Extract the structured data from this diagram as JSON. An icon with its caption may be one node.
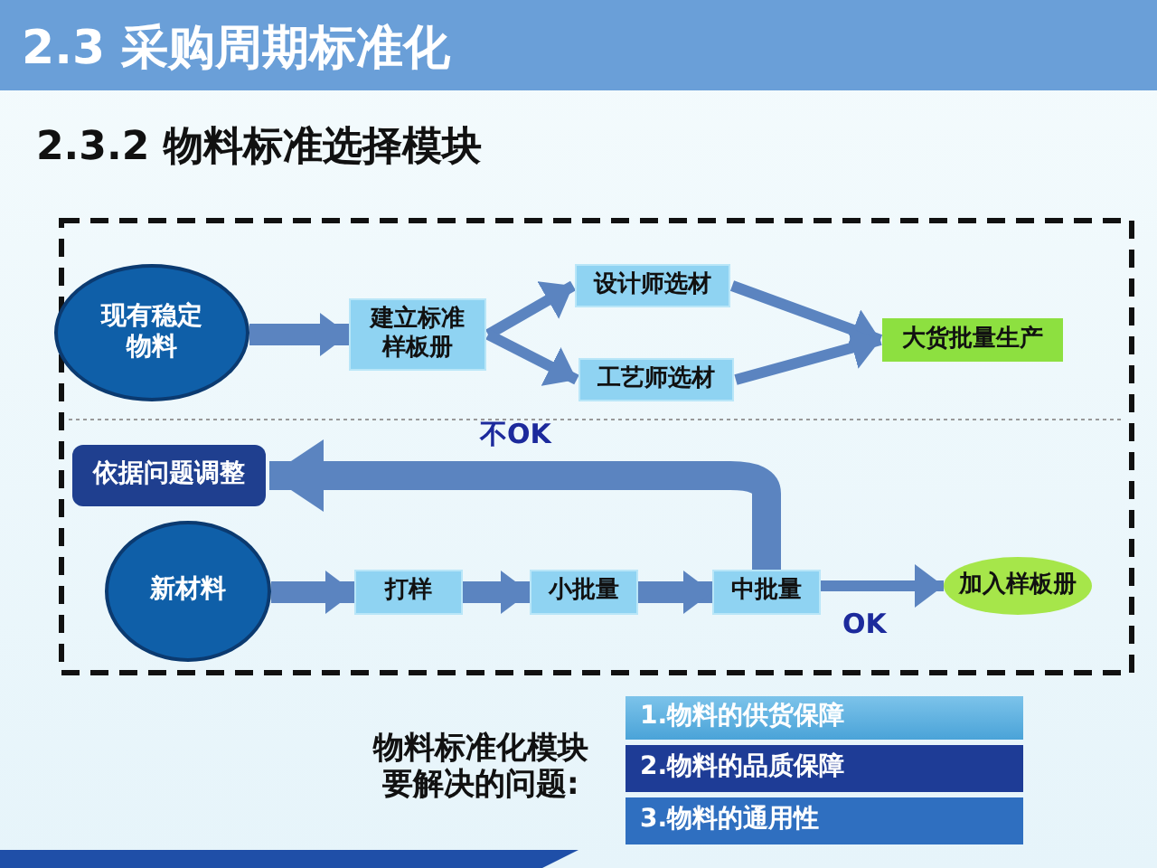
{
  "diagram": {
    "title": "2.3 采购周期标准化",
    "nodes": [
      {
        "text": [
          "现有稳定物料"
        ]
      },
      {
        "text": [
          "建立标准样板册"
        ]
      },
      {
        "text": [
          "设计师选材"
        ]
      },
      {
        "text": [
          "工艺师选材"
        ]
      },
      {
        "text": [
          "大货批量生产"
        ]
      },
      {
        "text": [
          "依据问题调整"
        ]
      },
      {
        "text": [
          "新材料"
        ]
      },
      {
        "text": [
          "打样"
        ]
      },
      {
        "text": [
          "小批量"
        ]
      },
      {
        "text": [
          "中批量"
        ]
      },
      {
        "text": [
          "加入样板册"
        ]
      },
      {
        "text": [
          "1.物料的供货保障"
        ]
      },
      {
        "text": [
          "2.物料的品质保障"
        ]
      },
      {
        "text": [
          "3.物料的通用性"
        ]
      }
    ],
    "edges": [
      {
        "from": 0,
        "to": 1,
        "arrow": "to",
        "style": "thick"
      },
      {
        "from": 1,
        "to": 2,
        "arrow": "to"
      },
      {
        "from": 1,
        "to": 3,
        "arrow": "to"
      },
      {
        "from": 2,
        "to": 4,
        "arrow": "to"
      },
      {
        "from": 3,
        "to": 4,
        "arrow": "to"
      },
      {
        "from": 6,
        "to": 7,
        "arrow": "to",
        "style": "thick"
      },
      {
        "from": 7,
        "to": 8,
        "arrow": "to",
        "style": "thick"
      },
      {
        "from": 8,
        "to": 9,
        "arrow": "to",
        "style": "thick"
      },
      {
        "from": 9,
        "to": 5,
        "arrow": "to",
        "label": "不OK",
        "style": "thick"
      },
      {
        "from": 9,
        "to": 10,
        "arrow": "to",
        "label": "OK"
      }
    ],
    "labels": [
      "2.3.2 物料标准选择模块",
      "物料标准化模块要解决的问题:"
    ]
  }
}
